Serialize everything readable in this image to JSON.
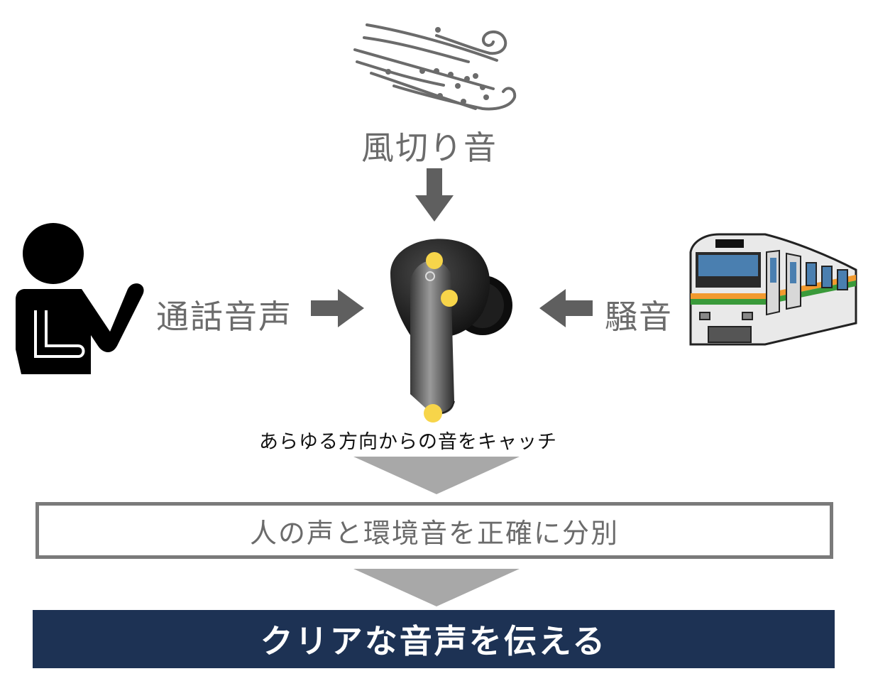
{
  "sources": {
    "wind_label": "風切り音",
    "voice_label": "通話音声",
    "noise_label": "騒音"
  },
  "earbud_caption": "あらゆる方向からの音をキャッチ",
  "step_separate": "人の声と環境音を正確に分別",
  "step_result": "クリアな音声を伝える",
  "colors": {
    "arrow_dark": "#5f5f5f",
    "arrow_light": "#a8a8a8",
    "mic_dot": "#f7d54a",
    "result_bg": "#1d3254",
    "label_gray": "#6b6b6b"
  },
  "icons": [
    "wind-icon",
    "person-speaking-icon",
    "earbud-icon",
    "train-icon"
  ]
}
